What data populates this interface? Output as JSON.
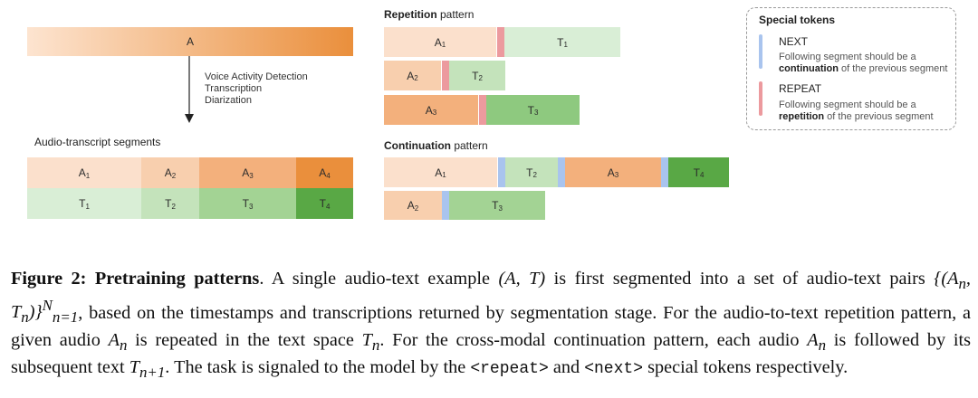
{
  "colors": {
    "audio_light": "#fbe0cc",
    "audio_mid": "#f6c096",
    "audio_strong": "#f0a060",
    "audio_deep": "#ea8f3c",
    "text_light": "#d9eed6",
    "text_mid": "#b4dca8",
    "text_strong": "#8ec97f",
    "text_deep": "#59a845",
    "next_token": "#a9c4ee",
    "repeat_token": "#ec9a9e",
    "legend_border": "#999999"
  },
  "left": {
    "full_audio_label": "A",
    "pipeline_steps": [
      "Voice Activity Detection",
      "Transcription",
      "Diarization"
    ],
    "segments_title": "Audio-transcript segments",
    "audio_row": [
      {
        "base": "A",
        "sub": "1"
      },
      {
        "base": "A",
        "sub": "2"
      },
      {
        "base": "A",
        "sub": "3"
      },
      {
        "base": "A",
        "sub": "4"
      }
    ],
    "text_row": [
      {
        "base": "T",
        "sub": "1"
      },
      {
        "base": "T",
        "sub": "2"
      },
      {
        "base": "T",
        "sub": "3"
      },
      {
        "base": "T",
        "sub": "4"
      }
    ]
  },
  "repetition": {
    "title_bold": "Repetition",
    "title_rest": " pattern",
    "rows": [
      {
        "audio": {
          "base": "A",
          "sub": "1"
        },
        "text": {
          "base": "T",
          "sub": "1"
        }
      },
      {
        "audio": {
          "base": "A",
          "sub": "2"
        },
        "text": {
          "base": "T",
          "sub": "2"
        }
      },
      {
        "audio": {
          "base": "A",
          "sub": "3"
        },
        "text": {
          "base": "T",
          "sub": "3"
        }
      }
    ]
  },
  "continuation": {
    "title_bold": "Continuation",
    "title_rest": " pattern",
    "row1": [
      {
        "base": "A",
        "sub": "1"
      },
      {
        "base": "T",
        "sub": "2"
      },
      {
        "base": "A",
        "sub": "3"
      },
      {
        "base": "T",
        "sub": "4"
      }
    ],
    "row2": [
      {
        "base": "A",
        "sub": "2"
      },
      {
        "base": "T",
        "sub": "3"
      }
    ]
  },
  "legend": {
    "title": "Special tokens",
    "next": {
      "name": "NEXT",
      "desc_line1": "Following segment should be a",
      "desc_bold": "continuation",
      "desc_rest": " of the previous segment"
    },
    "repeat": {
      "name": "REPEAT",
      "desc_line1": "Following segment should be a",
      "desc_bold": "repetition",
      "desc_rest": " of the previous segment"
    }
  },
  "caption": {
    "label": "Figure 2: Pretraining patterns",
    "p1": ". A single audio-text example ",
    "m1": "(A, T)",
    "p2": " is first segmented into a set of audio-text pairs ",
    "m2": "{(A",
    "m2_sub": "n",
    "m2b": ", T",
    "m2b_sub": "n",
    "m2c": ")}",
    "m2_sup": "N",
    "m2_sub2": "n=1",
    "p3": ", based on the timestamps and transcriptions returned by segmentation stage. For the audio-to-text repetition pattern, a given audio ",
    "m3": "A",
    "m3_sub": "n",
    "p4": " is repeated in the text space ",
    "m4": "T",
    "m4_sub": "n",
    "p5": ". For the cross-modal continuation pattern, each audio ",
    "m5": "A",
    "m5_sub": "n",
    "p6": " is followed by its subsequent text ",
    "m6": "T",
    "m6_sub": "n+1",
    "p7": ". The task is signaled to the model by the ",
    "code1": "<repeat>",
    "p8": " and ",
    "code2": "<next>",
    "p9": " special tokens respectively."
  }
}
